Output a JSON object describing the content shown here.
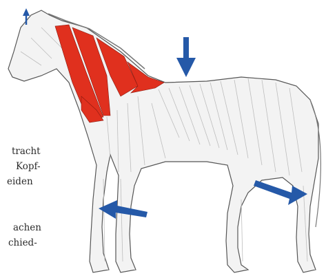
{
  "text_fragments": [
    "tracht",
    "Kopf-",
    "eiden",
    "achen",
    "chied-"
  ],
  "colors": {
    "muscle_highlight": "#e0301e",
    "arrow": "#2559a8",
    "outline": "#555555",
    "muscle_lines": "#bdbdbd",
    "body_fill": "#f3f3f3"
  },
  "icons": [
    "arrow-up-icon",
    "arrow-down-icon",
    "arrow-left-icon",
    "arrow-right-icon"
  ]
}
